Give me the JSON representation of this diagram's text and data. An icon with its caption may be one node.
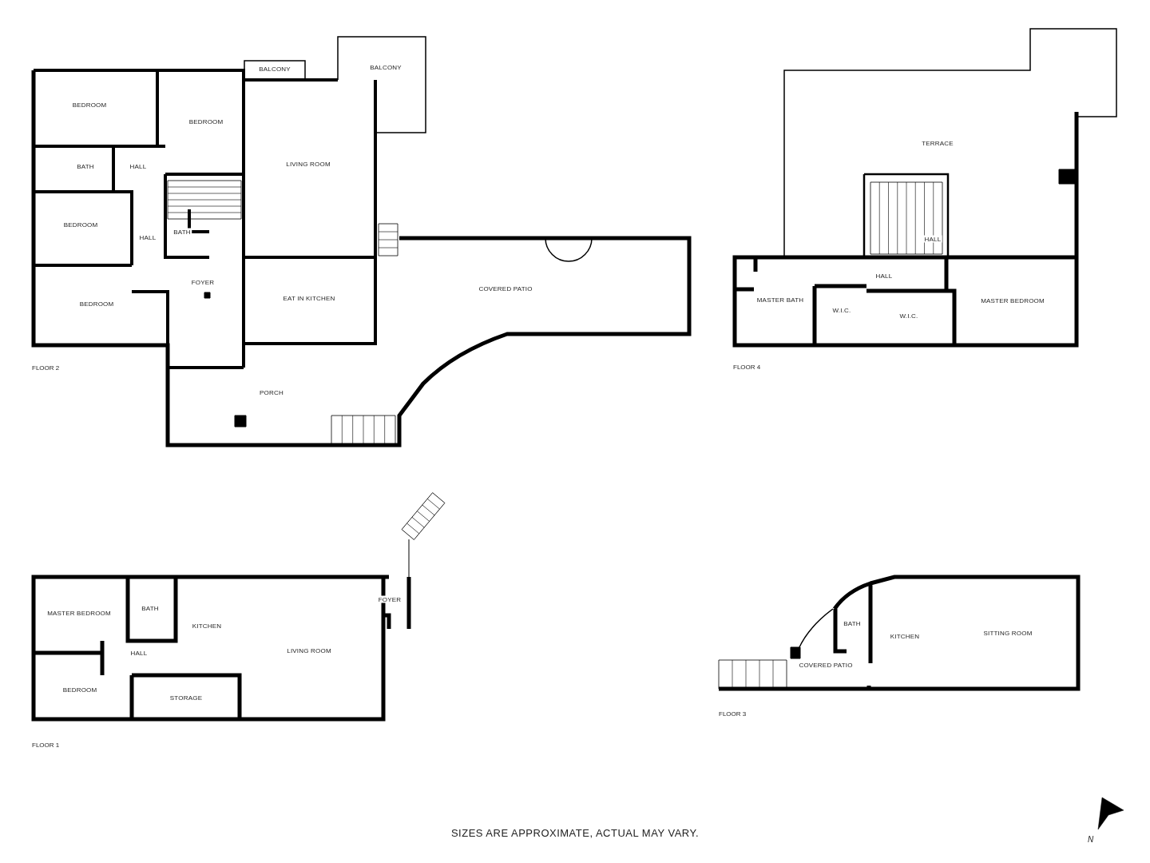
{
  "diagram": {
    "caption": "SIZES ARE APPROXIMATE, ACTUAL MAY VARY.",
    "nodes": [
      {
        "text": [
          "BEDROOM"
        ]
      },
      {
        "text": [
          "BALCONY"
        ]
      },
      {
        "text": [
          "BALCONY"
        ]
      },
      {
        "text": [
          "BEDROOM"
        ]
      },
      {
        "text": [
          "LIVING ROOM"
        ]
      },
      {
        "text": [
          "BATH"
        ]
      },
      {
        "text": [
          "HALL"
        ]
      },
      {
        "text": [
          "BEDROOM"
        ]
      },
      {
        "text": [
          "BATH"
        ]
      },
      {
        "text": [
          "HALL"
        ]
      },
      {
        "text": [
          "FOYER"
        ]
      },
      {
        "text": [
          "COVERED PATIO"
        ]
      },
      {
        "text": [
          "EAT IN KITCHEN"
        ]
      },
      {
        "text": [
          "BEDROOM"
        ]
      },
      {
        "text": [
          "PORCH"
        ]
      },
      {
        "text": [
          "TERRACE"
        ]
      },
      {
        "text": [
          "HALL"
        ]
      },
      {
        "text": [
          "HALL"
        ]
      },
      {
        "text": [
          "MASTER BATH"
        ]
      },
      {
        "text": [
          "MASTER BEDROOM"
        ]
      },
      {
        "text": [
          "W.I.C."
        ]
      },
      {
        "text": [
          "W.I.C."
        ]
      },
      {
        "text": [
          "FOYER"
        ]
      },
      {
        "text": [
          "BATH"
        ]
      },
      {
        "text": [
          "MASTER BEDROOM"
        ]
      },
      {
        "text": [
          "KITCHEN"
        ]
      },
      {
        "text": [
          "LIVING ROOM"
        ]
      },
      {
        "text": [
          "HALL"
        ]
      },
      {
        "text": [
          "BEDROOM"
        ]
      },
      {
        "text": [
          "STORAGE"
        ]
      },
      {
        "text": [
          "BATH"
        ]
      },
      {
        "text": [
          "SITTING ROOM"
        ]
      },
      {
        "text": [
          "KITCHEN"
        ]
      },
      {
        "text": [
          "COVERED PATIO"
        ]
      }
    ],
    "labels": [
      "FLOOR 2",
      "FLOOR 4",
      "FLOOR 3",
      "FLOOR 1",
      "N"
    ]
  }
}
